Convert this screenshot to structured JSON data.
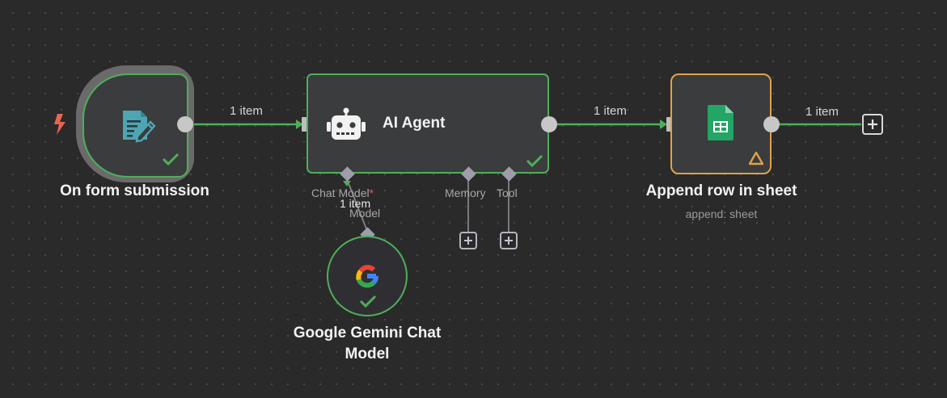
{
  "colors": {
    "canvas_bg": "#2a2a2a",
    "node_bg": "#3b3c3d",
    "success": "#4fae5a",
    "warning": "#e1a14a",
    "trigger_bolt": "#e7654f",
    "connection": "#4fae5a"
  },
  "nodes": {
    "trigger": {
      "name": "On form submission",
      "icon": "form-edit-icon",
      "status_icon": "check-icon"
    },
    "agent": {
      "name": "AI Agent",
      "icon": "robot-icon",
      "status_icon": "check-icon",
      "ports": {
        "chat_model": "Chat Model",
        "chat_model_required": "*",
        "memory": "Memory",
        "tool": "Tool"
      }
    },
    "sheets": {
      "name": "Append row in sheet",
      "subtitle": "append: sheet",
      "icon": "google-sheets-icon",
      "status_icon": "warning-triangle-icon"
    },
    "gemini": {
      "name_line1": "Google Gemini Chat",
      "name_line2": "Model",
      "icon": "google-g-icon",
      "status_icon": "check-icon",
      "port": "Model"
    }
  },
  "connections": {
    "trigger_to_agent": "1 item",
    "agent_to_sheets": "1 item",
    "sheets_out": "1 item",
    "gemini_to_agent": "1 item"
  }
}
